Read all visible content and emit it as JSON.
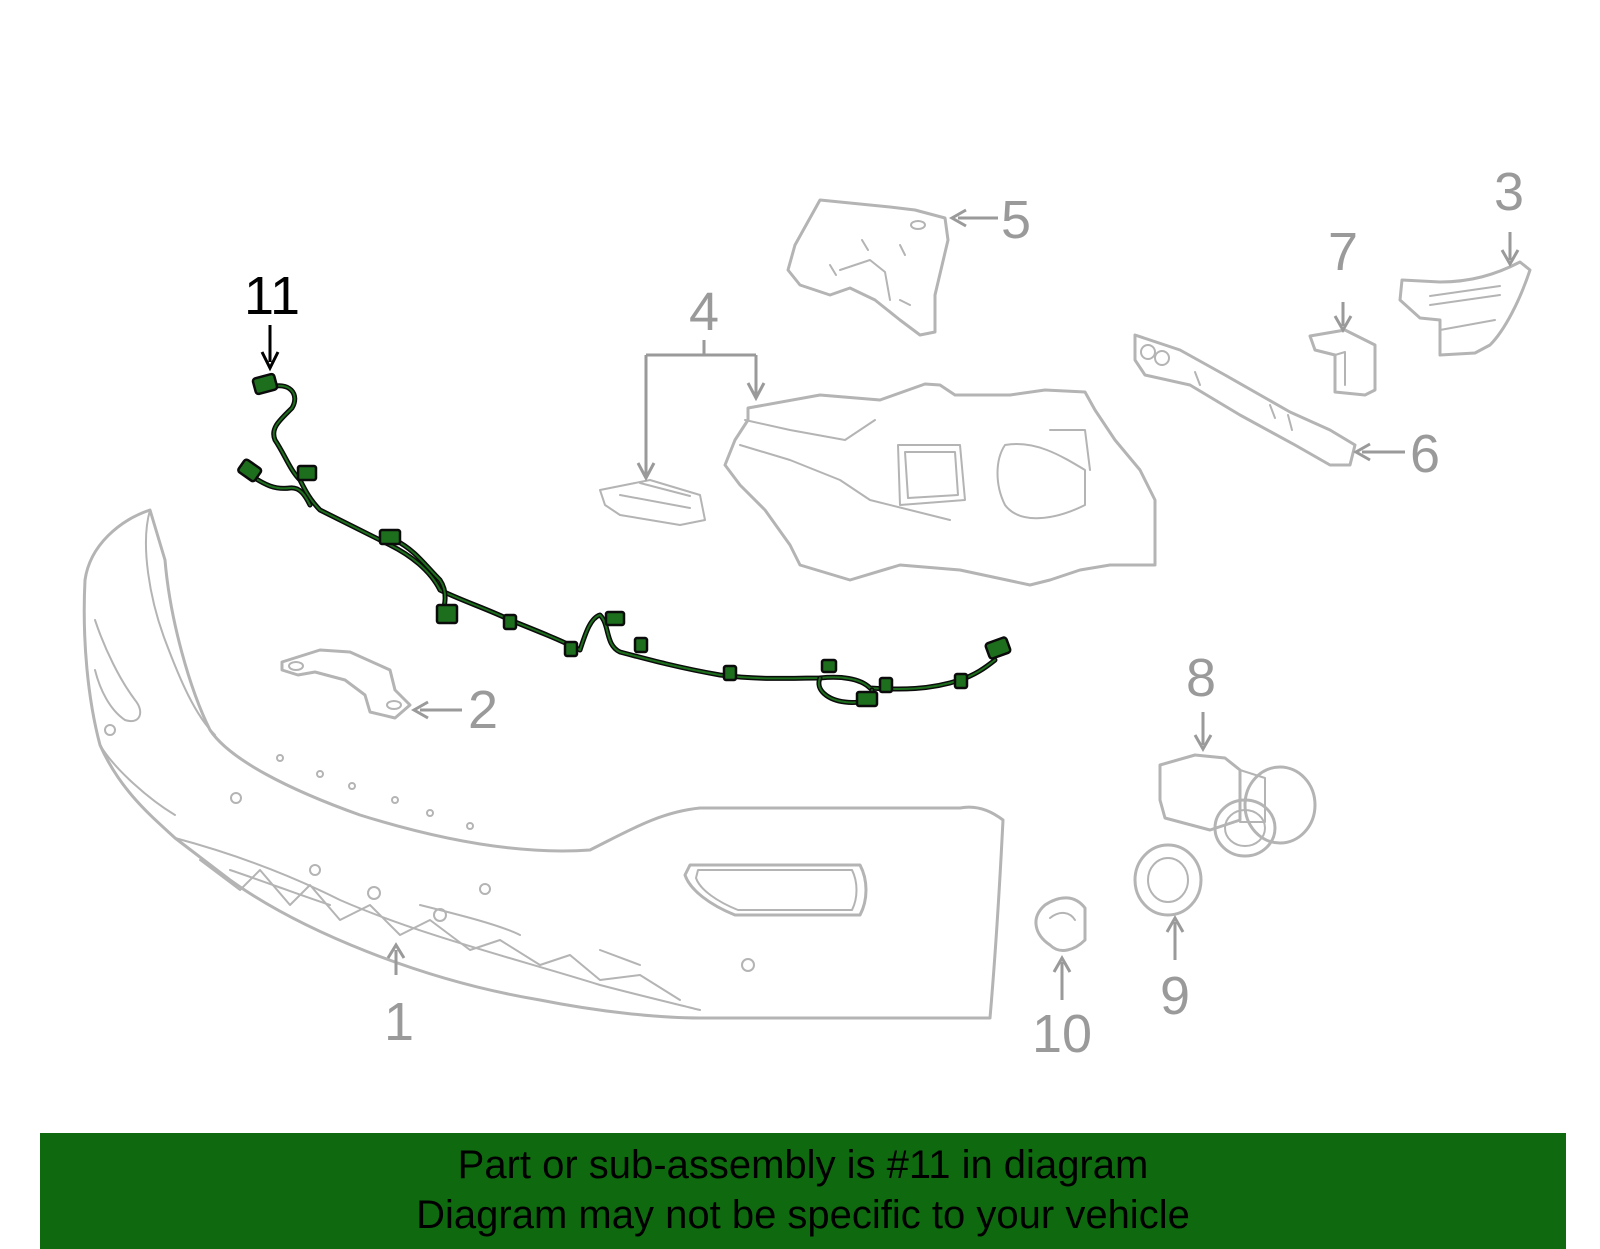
{
  "callouts": [
    {
      "id": "1",
      "label": "1"
    },
    {
      "id": "2",
      "label": "2"
    },
    {
      "id": "3",
      "label": "3"
    },
    {
      "id": "4",
      "label": "4"
    },
    {
      "id": "5",
      "label": "5"
    },
    {
      "id": "6",
      "label": "6"
    },
    {
      "id": "7",
      "label": "7"
    },
    {
      "id": "8",
      "label": "8"
    },
    {
      "id": "9",
      "label": "9"
    },
    {
      "id": "10",
      "label": "10"
    },
    {
      "id": "11",
      "label": "11"
    }
  ],
  "highlighted_part": "11",
  "colors": {
    "highlight": "#1d6e1d",
    "banner": "#0f6a0f",
    "part_outline": "#b4b4b4",
    "callout_gray": "#9a9a9a"
  },
  "banner": {
    "line1": "Part or sub-assembly is #11 in diagram",
    "line2": "Diagram may not be specific to your vehicle"
  }
}
